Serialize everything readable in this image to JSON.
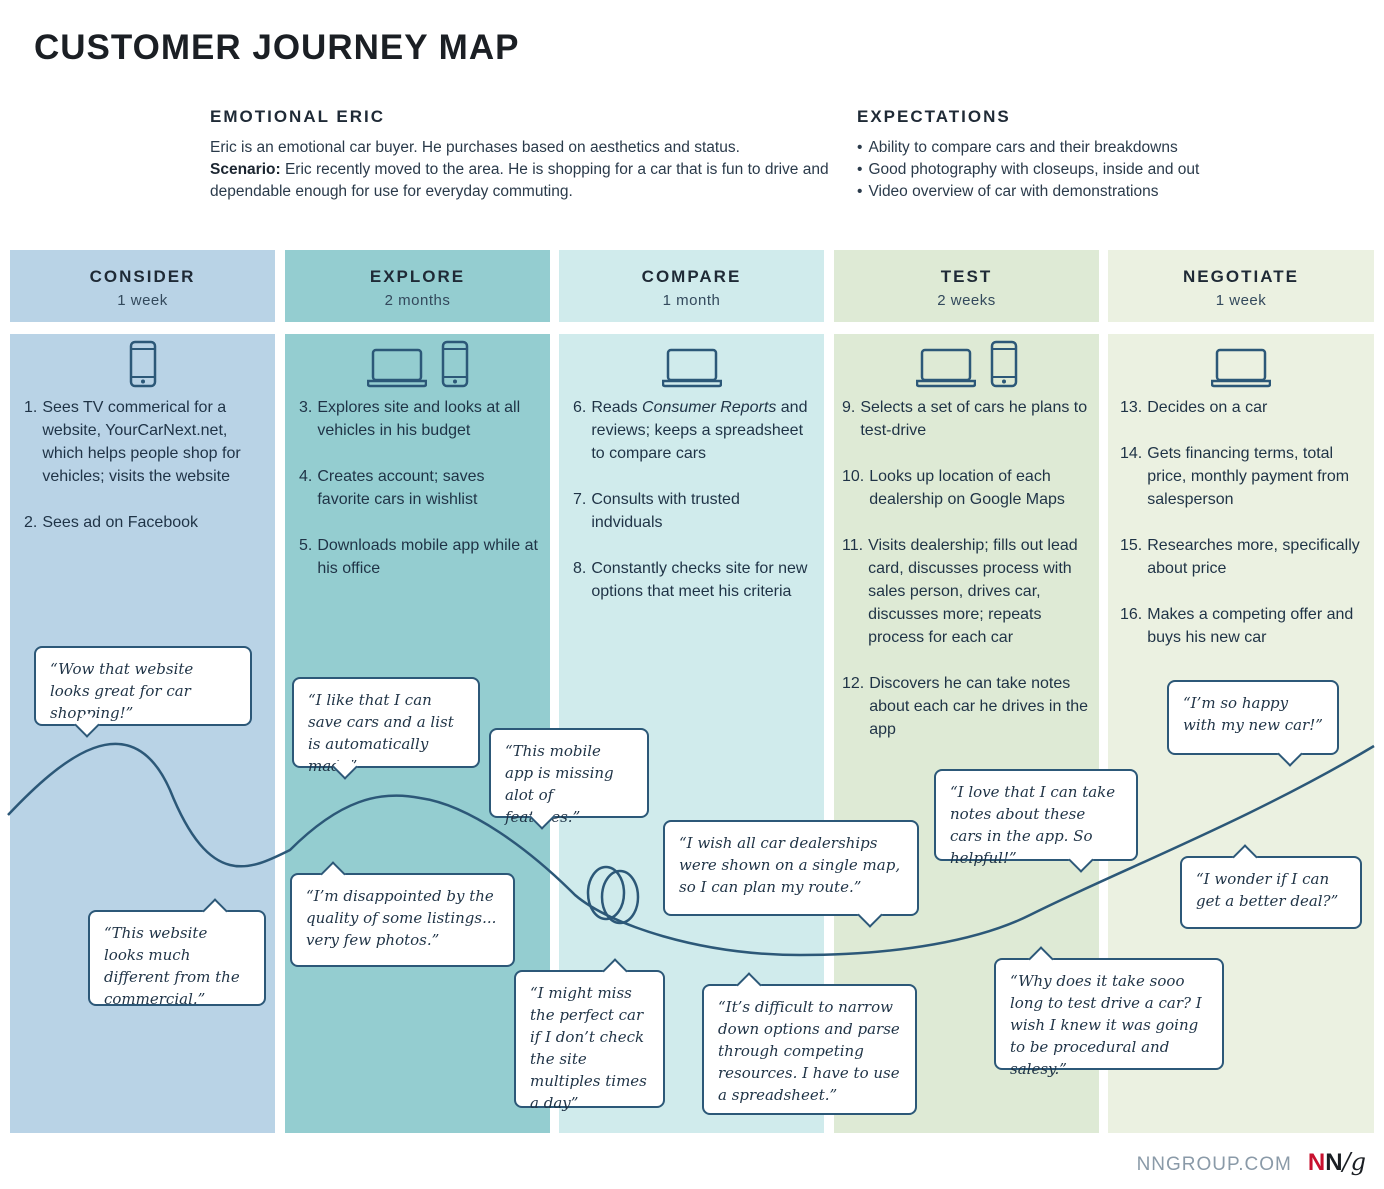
{
  "title": "CUSTOMER JOURNEY MAP",
  "persona": {
    "name": "EMOTIONAL ERIC",
    "description": "Eric is an emotional car buyer. He purchases based on aesthetics and status.",
    "scenario_label": "Scenario:",
    "scenario": " Eric recently moved to the area. He is shopping for a car that is fun to drive and dependable enough for use for everyday commuting."
  },
  "expectations": {
    "heading": "EXPECTATIONS",
    "items": [
      "Ability to compare cars and their breakdowns",
      "Good photography with closeups, inside and out",
      "Video overview of car with demonstrations"
    ]
  },
  "phases": [
    {
      "name": "CONSIDER",
      "duration": "1 week",
      "devices": [
        "phone-icon"
      ],
      "steps": [
        {
          "num": "1.",
          "text": "Sees TV commerical for a website, YourCarNext.net, which helps people shop for vehicles; visits the website"
        },
        {
          "num": "2.",
          "text": "Sees ad on Facebook"
        }
      ]
    },
    {
      "name": "EXPLORE",
      "duration": "2 months",
      "devices": [
        "laptop-icon",
        "phone-icon"
      ],
      "steps": [
        {
          "num": "3.",
          "text": "Explores site and looks at all vehicles in his budget"
        },
        {
          "num": "4.",
          "text": "Creates account; saves favorite cars in wishlist"
        },
        {
          "num": "5.",
          "text": "Downloads mobile app while at his office"
        }
      ]
    },
    {
      "name": "COMPARE",
      "duration": "1 month",
      "devices": [
        "laptop-icon"
      ],
      "steps": [
        {
          "num": "6.",
          "pre": "Reads ",
          "em": "Consumer Reports",
          "text": " and reviews; keeps a spreadsheet to compare cars"
        },
        {
          "num": "7.",
          "text": "Consults with trusted indviduals"
        },
        {
          "num": "8.",
          "text": "Constantly checks site for new options that meet his criteria"
        }
      ]
    },
    {
      "name": "TEST",
      "duration": "2 weeks",
      "devices": [
        "laptop-icon",
        "phone-icon"
      ],
      "steps": [
        {
          "num": "9.",
          "text": "Selects a set of cars he plans to test-drive"
        },
        {
          "num": "10.",
          "text": "Looks up location of each dealership on Google Maps"
        },
        {
          "num": "11.",
          "text": "Visits dealership; fills out lead card, discusses process with sales person, drives car, discusses more; repeats process for each car"
        },
        {
          "num": "12.",
          "text": "Discovers he can take notes about each car he drives in the app"
        }
      ]
    },
    {
      "name": "NEGOTIATE",
      "duration": "1 week",
      "devices": [
        "laptop-icon"
      ],
      "steps": [
        {
          "num": "13.",
          "text": "Decides on a car"
        },
        {
          "num": "14.",
          "text": "Gets financing terms, total price, monthly payment from salesperson"
        },
        {
          "num": "15.",
          "text": "Researches more, specifically about price"
        },
        {
          "num": "16.",
          "text": "Makes a competing offer and buys his new car"
        }
      ]
    }
  ],
  "quotes": [
    "“Wow that website looks great for car shopping!”",
    "“This website looks much different from the commercial.”",
    "“I like that I can save cars and a list is automatically made”",
    "“I’m disappointed by the quality of some listings... very few photos.”",
    "“This mobile app is missing alot of features.”",
    "“I might miss the perfect car if I don’t check the site multiples times a day”",
    "“I wish all car dealerships were shown on a single map, so I can plan my route.”",
    "“It’s difficult to narrow down options and parse through competing resources. I have to use a spreadsheet.”",
    "“I love that I can take notes about these cars in the app. So helpful!”",
    "“Why does it take sooo long to test drive a car? I wish I knew it was going to be procedural and salesy.”",
    "“I’m so happy with my new car!”",
    "“I wonder if I can get a better deal?”"
  ],
  "footer": {
    "site": "NNGROUP.COM",
    "logo_n1": "N",
    "logo_n2": "N",
    "logo_g": "/g"
  }
}
